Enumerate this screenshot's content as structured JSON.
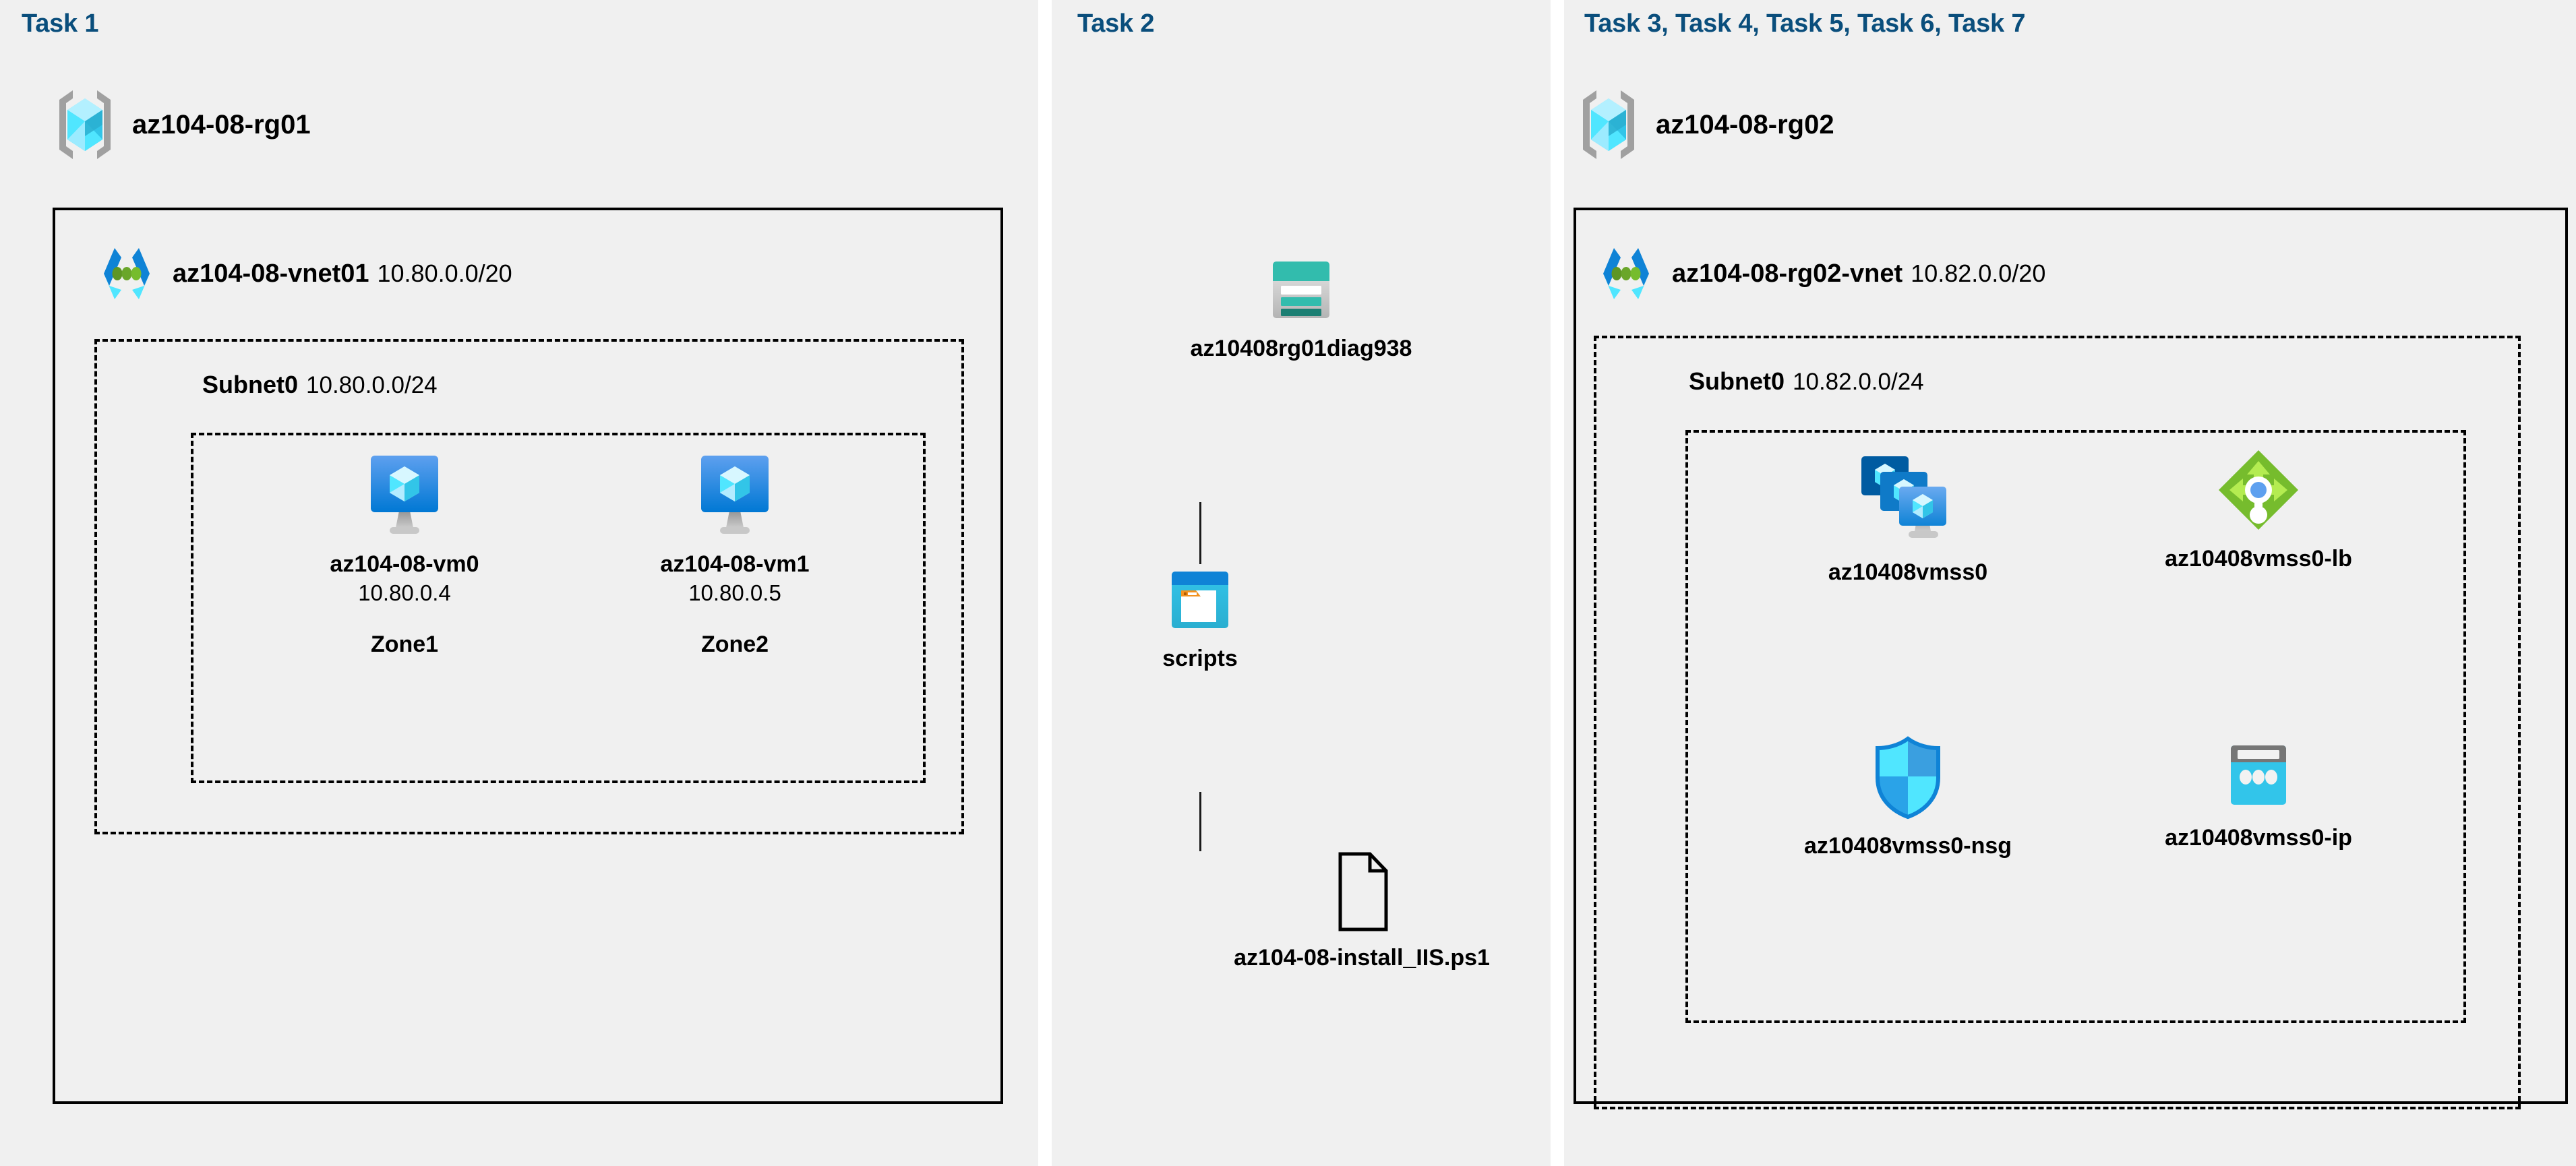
{
  "panels": [
    {
      "id": "task1",
      "task_label": "Task 1",
      "resource_group": {
        "icon": "resource-group-icon",
        "name": "az104-08-rg01"
      },
      "vnet": {
        "icon": "virtual-network-icon",
        "name": "az104-08-vnet01",
        "cidr": "10.80.0.0/20"
      },
      "subnet": {
        "name": "Subnet0",
        "cidr": "10.80.0.0/24"
      },
      "nodes": [
        {
          "icon": "virtual-machine-icon",
          "name": "az104-08-vm0",
          "ip": "10.80.0.4",
          "zone": "Zone1"
        },
        {
          "icon": "virtual-machine-icon",
          "name": "az104-08-vm1",
          "ip": "10.80.0.5",
          "zone": "Zone2"
        }
      ]
    },
    {
      "id": "task2",
      "task_label": "Task 2",
      "nodes": [
        {
          "icon": "storage-account-icon",
          "name": "az10408rg01diag938"
        },
        {
          "icon": "blob-container-icon",
          "name": "scripts"
        },
        {
          "icon": "document-file-icon",
          "name": "az104-08-install_IIS.ps1"
        }
      ]
    },
    {
      "id": "task37",
      "task_label": "Task 3, Task 4, Task 5, Task 6, Task 7",
      "resource_group": {
        "icon": "resource-group-icon",
        "name": "az104-08-rg02"
      },
      "vnet": {
        "icon": "virtual-network-icon",
        "name": "az104-08-rg02-vnet",
        "cidr": "10.82.0.0/20"
      },
      "subnet": {
        "name": "Subnet0",
        "cidr": "10.82.0.0/24"
      },
      "nodes": [
        {
          "icon": "vm-scale-set-icon",
          "name": "az10408vmss0"
        },
        {
          "icon": "load-balancer-icon",
          "name": "az10408vmss0-lb"
        },
        {
          "icon": "network-security-group-icon",
          "name": "az10408vmss0-nsg"
        },
        {
          "icon": "public-ip-address-icon",
          "name": "az10408vmss0-ip"
        }
      ]
    }
  ],
  "colors": {
    "background": "#f0f0f0",
    "task_label": "#0a4e7c",
    "border": "#000000",
    "azure_blue": "#0078d4",
    "azure_cyan": "#50e6ff",
    "storage_teal": "#32bcad",
    "lb_green": "#76bc2d",
    "nsg_blue": "#32b5f1"
  }
}
